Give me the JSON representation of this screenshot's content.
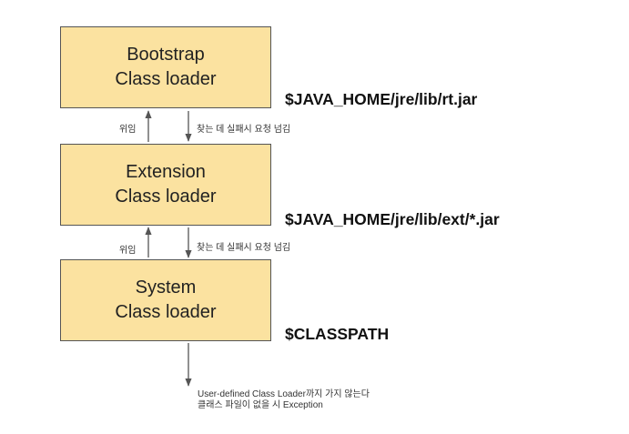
{
  "loaders": [
    {
      "line1": "Bootstrap",
      "line2": "Class loader",
      "path": "$JAVA_HOME/jre/lib/rt.jar"
    },
    {
      "line1": "Extension",
      "line2": "Class loader",
      "path": "$JAVA_HOME/jre/lib/ext/*.jar"
    },
    {
      "line1": "System",
      "line2": "Class loader",
      "path": "$CLASSPATH"
    }
  ],
  "arrows": {
    "delegate_label": "위임",
    "forward_label": "찾는 데 실패시 요청 넘김"
  },
  "footnote": {
    "line1": "User-defined Class Loader까지 가지 않는다",
    "line2": "클래스 파일이 없을 시 Exception"
  },
  "colors": {
    "box_fill": "#fbe2a0",
    "box_border": "#555555",
    "arrow": "#555555"
  }
}
